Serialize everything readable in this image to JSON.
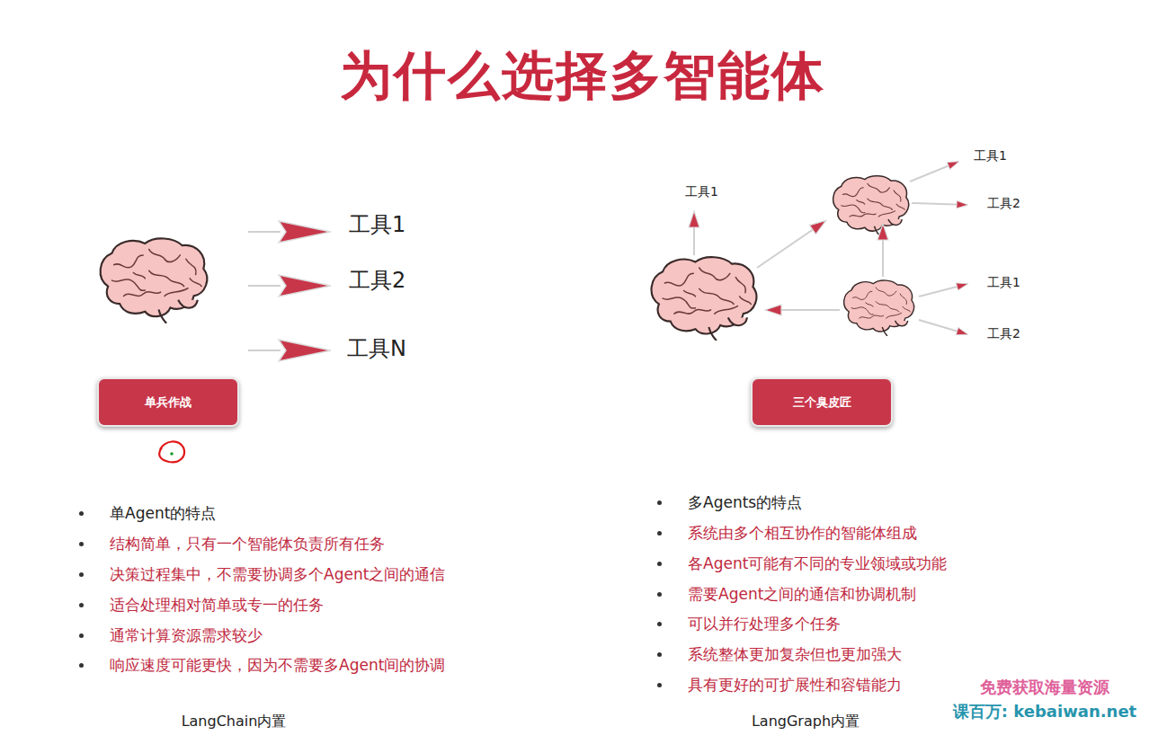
{
  "diagram": {
    "title": "为什么选择多智能体",
    "nodes": [
      {
        "text": [
          "单兵作战"
        ]
      },
      {
        "text": [
          "三个臭皮匠"
        ]
      }
    ],
    "labels": [
      "工具1",
      "工具2",
      "工具N",
      "工具1",
      "工具1",
      "工具2",
      "工具1",
      "工具2",
      "单Agent的特点",
      "结构简单，只有一个智能体负责所有任务",
      "决策过程集中，不需要协调多个Agent之间的通信",
      "适合处理相对简单或专一的任务",
      "通常计算资源需求较少",
      "响应速度可能更快，因为不需要多Agent间的协调",
      "多Agents的特点",
      "系统由多个相互协作的智能体组成",
      "各Agent可能有不同的专业领域或功能",
      "需要Agent之间的通信和协调机制",
      "可以并行处理多个任务",
      "系统整体更加复杂但也更加强大",
      "具有更好的可扩展性和容错能力",
      "LangChain内置",
      "LangGraph内置",
      "免费获取海量资源",
      "课百万: kebaiwan.net"
    ]
  }
}
